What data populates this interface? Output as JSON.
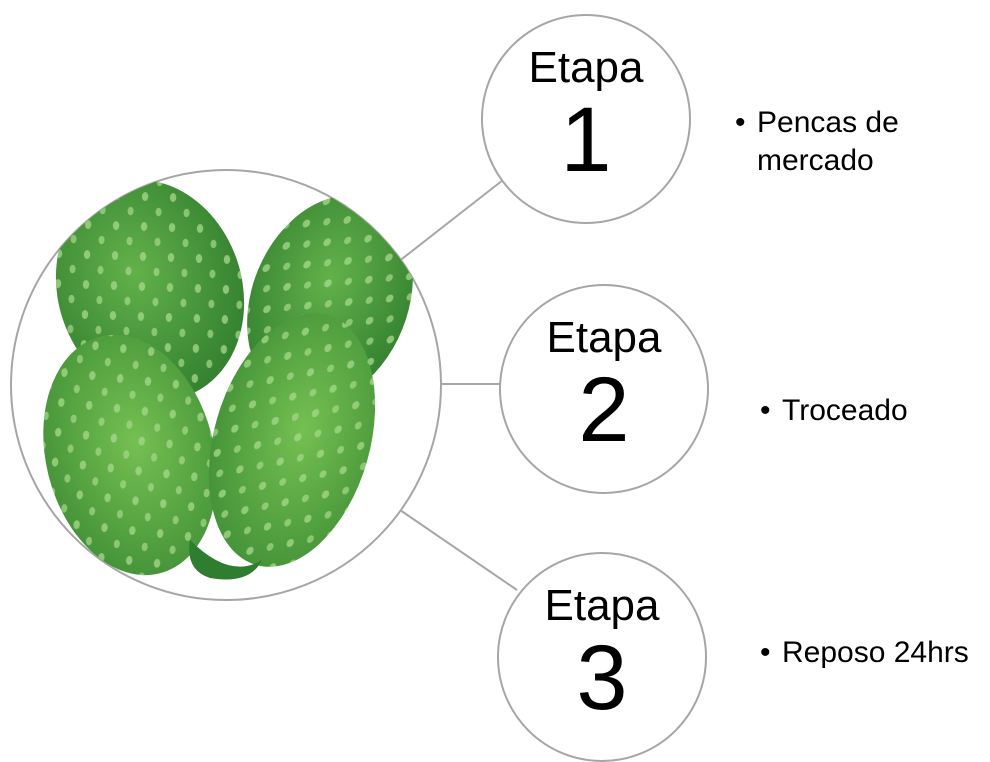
{
  "image": {
    "subject": "nopal-cactus-pads"
  },
  "stages": [
    {
      "word": "Etapa",
      "number": "1",
      "bullet": "Pencas de mercado"
    },
    {
      "word": "Etapa",
      "number": "2",
      "bullet": "Troceado"
    },
    {
      "word": "Etapa",
      "number": "3",
      "bullet": "Reposo 24hrs"
    }
  ],
  "colors": {
    "outline": "#a6a6a6",
    "leaf_dark": "#2f7d2e",
    "leaf_light": "#6dbb4f"
  }
}
